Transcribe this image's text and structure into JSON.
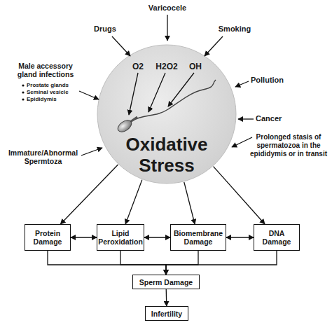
{
  "diagram": {
    "nodes": [
      {
        "text": [
          "O2",
          "H2O2",
          "OH",
          "Oxidative Stress"
        ]
      },
      {
        "text": [
          "Protein Damage"
        ]
      },
      {
        "text": [
          "Lipid Peroxidation"
        ]
      },
      {
        "text": [
          "Biomembrane Damage"
        ]
      },
      {
        "text": [
          "DNA Damage"
        ]
      },
      {
        "text": [
          "Sperm Damage"
        ]
      },
      {
        "text": [
          "Infertility"
        ]
      }
    ],
    "edges": [
      {
        "from": 0,
        "to": 1,
        "arrow": "to"
      },
      {
        "from": 0,
        "to": 2,
        "arrow": "to"
      },
      {
        "from": 0,
        "to": 3,
        "arrow": "to"
      },
      {
        "from": 0,
        "to": 4,
        "arrow": "to"
      },
      {
        "from": 1,
        "to": 2,
        "arrow": "both"
      },
      {
        "from": 2,
        "to": 3,
        "arrow": "both"
      },
      {
        "from": 3,
        "to": 4,
        "arrow": "both"
      },
      {
        "from": 1,
        "to": 5,
        "arrow": "to"
      },
      {
        "from": 2,
        "to": 5,
        "arrow": "to"
      },
      {
        "from": 3,
        "to": 5,
        "arrow": "to"
      },
      {
        "from": 4,
        "to": 5,
        "arrow": "to"
      },
      {
        "from": 5,
        "to": 6,
        "arrow": "to"
      }
    ],
    "labels": [
      "Varicocele",
      "Drugs",
      "Smoking",
      "Male accessory gland infections",
      "Prostate glands",
      "Seminal vesicle",
      "Epididymis",
      "Pollution",
      "Cancer",
      "Immature/Abnormal Spermtoza",
      "Prolonged stasis of spermatozoa in the epididymis or in transit"
    ]
  }
}
